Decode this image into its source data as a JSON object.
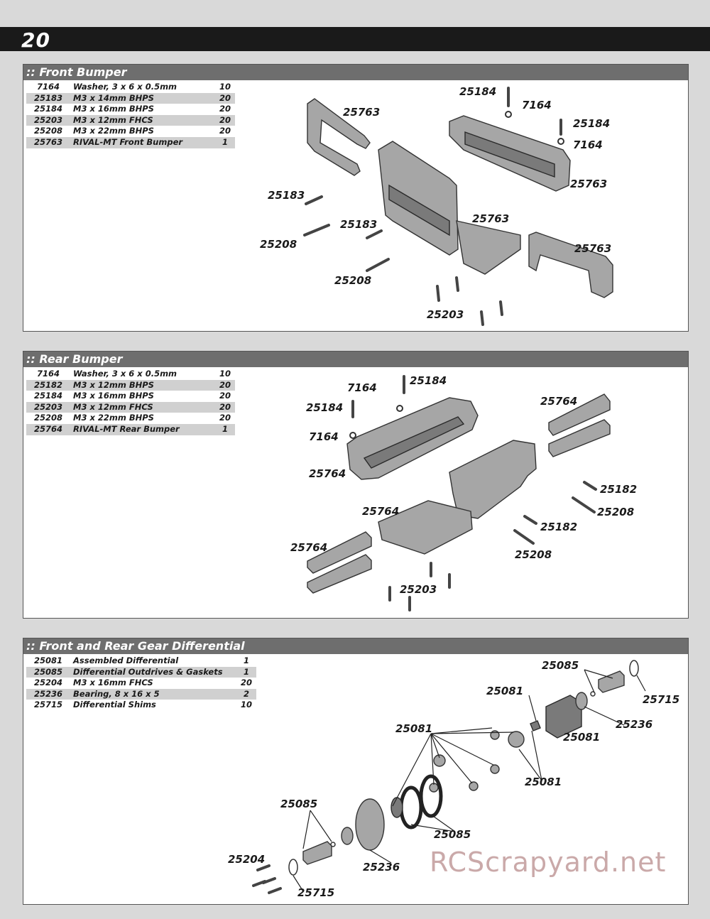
{
  "page": {
    "number": "20",
    "watermark": "RCScrapyard.net"
  },
  "sections": [
    {
      "title": ":: Front Bumper",
      "parts": [
        {
          "num": "7164",
          "desc": "Washer, 3 x 6 x 0.5mm",
          "qty": "10"
        },
        {
          "num": "25183",
          "desc": "M3 x 14mm BHPS",
          "qty": "20"
        },
        {
          "num": "25184",
          "desc": "M3 x 16mm BHPS",
          "qty": "20"
        },
        {
          "num": "25203",
          "desc": "M3 x 12mm FHCS",
          "qty": "20"
        },
        {
          "num": "25208",
          "desc": "M3 x 22mm BHPS",
          "qty": "20"
        },
        {
          "num": "25763",
          "desc": "RIVAL-MT Front Bumper",
          "qty": "1"
        }
      ],
      "callouts": [
        "25184",
        "7164",
        "25184",
        "7164",
        "25763",
        "25763",
        "25763",
        "25763",
        "25183",
        "25183",
        "25208",
        "25208",
        "25203"
      ]
    },
    {
      "title": ":: Rear Bumper",
      "parts": [
        {
          "num": "7164",
          "desc": "Washer, 3 x 6 x 0.5mm",
          "qty": "10"
        },
        {
          "num": "25182",
          "desc": "M3 x 12mm BHPS",
          "qty": "20"
        },
        {
          "num": "25184",
          "desc": "M3 x 16mm BHPS",
          "qty": "20"
        },
        {
          "num": "25203",
          "desc": "M3 x 12mm FHCS",
          "qty": "20"
        },
        {
          "num": "25208",
          "desc": "M3 x 22mm BHPS",
          "qty": "20"
        },
        {
          "num": "25764",
          "desc": "RIVAL-MT Rear Bumper",
          "qty": "1"
        }
      ],
      "callouts": [
        "25184",
        "7164",
        "25184",
        "7164",
        "25764",
        "25764",
        "25764",
        "25764",
        "25182",
        "25208",
        "25182",
        "25208",
        "25203"
      ]
    },
    {
      "title": ":: Front and Rear Gear Differential",
      "parts": [
        {
          "num": "25081",
          "desc": "Assembled Differential",
          "qty": "1"
        },
        {
          "num": "25085",
          "desc": "Differential Outdrives & Gaskets",
          "qty": "1"
        },
        {
          "num": "25204",
          "desc": "M3 x 16mm FHCS",
          "qty": "20"
        },
        {
          "num": "25236",
          "desc": "Bearing, 8 x 16 x 5",
          "qty": "2"
        },
        {
          "num": "25715",
          "desc": "Differential Shims",
          "qty": "10"
        }
      ],
      "callouts": [
        "25085",
        "25715",
        "25081",
        "25236",
        "25081",
        "25081",
        "25081",
        "25085",
        "25085",
        "25204",
        "25236",
        "25715"
      ]
    }
  ]
}
